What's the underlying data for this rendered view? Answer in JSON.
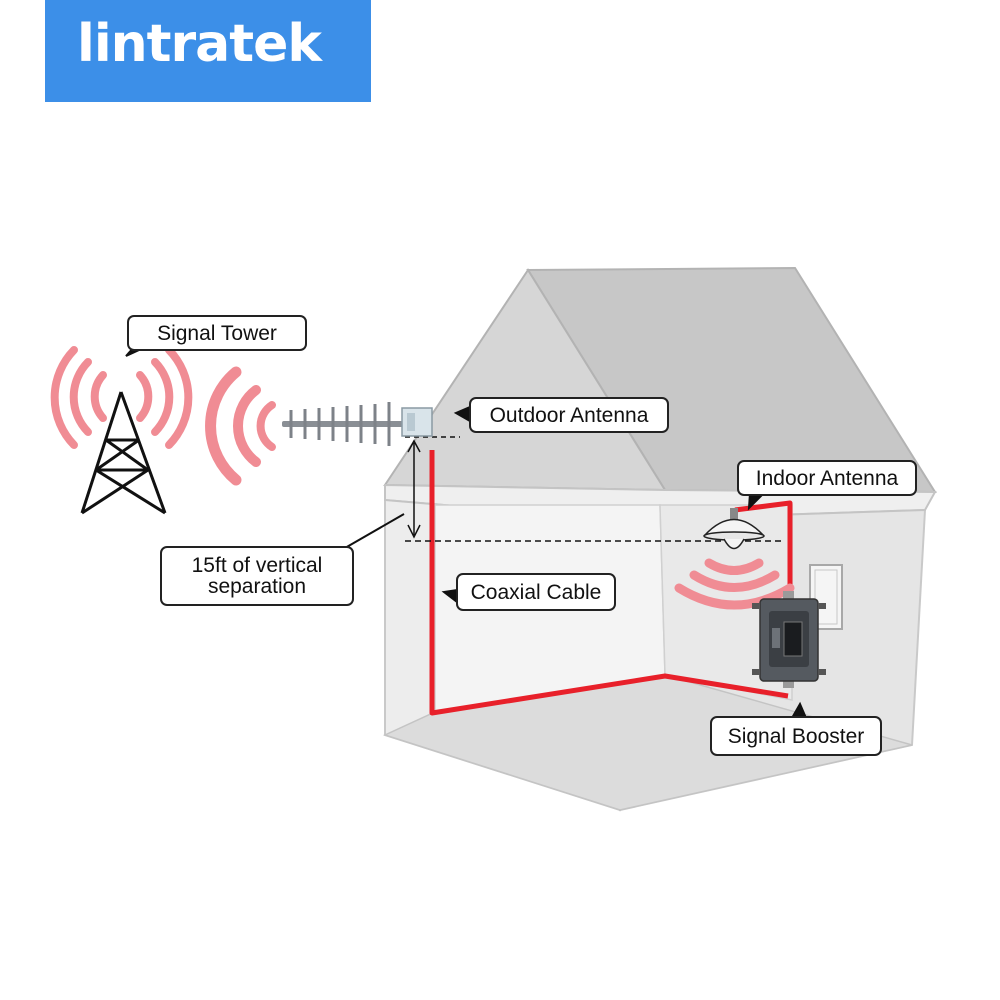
{
  "brand": {
    "logo_text": "lintratek",
    "color": "#3c8fe8"
  },
  "labels": {
    "signal_tower": "Signal Tower",
    "outdoor_antenna": "Outdoor Antenna",
    "indoor_antenna": "Indoor Antenna",
    "separation_line1": "15ft of vertical",
    "separation_line2": "separation",
    "coaxial_cable": "Coaxial Cable",
    "signal_booster": "Signal Booster"
  },
  "colors": {
    "cable": "#e8202a",
    "signal_waves": "#f08c94",
    "house_gray": "#c8c8c8",
    "house_light": "#e6e6e6",
    "booster_body": "#555a60"
  }
}
